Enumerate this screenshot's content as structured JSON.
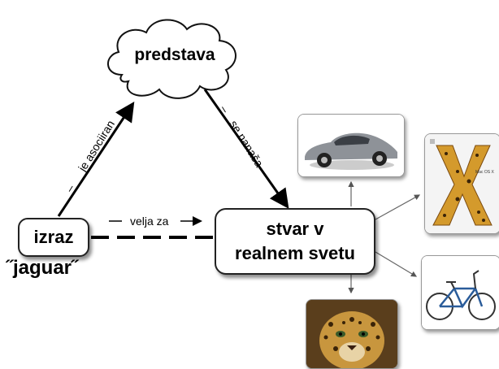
{
  "nodes": {
    "concept": "predstava",
    "expression": "izraz",
    "expression_example": "˝jaguar˝",
    "thing_line1": "stvar v",
    "thing_line2": "realnem svetu"
  },
  "edges": {
    "expression_to_concept": "je asociiran",
    "concept_to_thing": "se nanaša",
    "expression_to_thing": "velja za"
  },
  "images": {
    "car": "car-photo",
    "mac": "mac-os-x-box",
    "bike": "bicycle-photo",
    "leopard": "jaguar-animal-photo",
    "mac_text": "Mac OS X"
  }
}
